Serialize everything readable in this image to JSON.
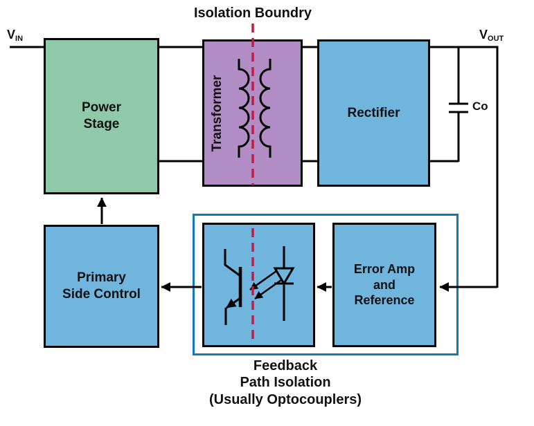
{
  "title": "Isolation Boundry",
  "vin": {
    "base": "V",
    "sub": "IN"
  },
  "vout": {
    "base": "V",
    "sub": "OUT"
  },
  "blocks": {
    "power_stage": "Power\nStage",
    "transformer": "Transformer",
    "rectifier": "Rectifier",
    "primary_side_control": "Primary\nSide Control",
    "error_amp": "Error Amp\nand\nReference"
  },
  "capacitor_label": "Co",
  "caption": "Feedback\nPath Isolation\n(Usually Optocouplers)",
  "colors": {
    "power_stage": "#8fc9a9",
    "transformer": "#b28cc5",
    "blue_block": "#70b5dd",
    "feedback_outline": "#1178be",
    "isolation_dash": "#be1e45",
    "wire": "#000000"
  }
}
